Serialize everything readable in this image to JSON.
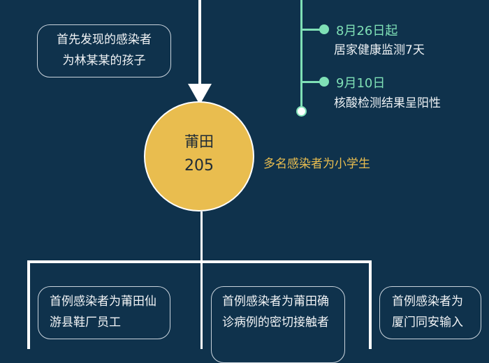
{
  "colors": {
    "background": "#0f324c",
    "accent": "#7fe0b6",
    "node": "#e9bd4f",
    "note": "#e9bd4f"
  },
  "top_note": "首先发现的感染者为林某某的孩子",
  "timeline": [
    {
      "date": "8月26日起",
      "desc": "居家健康监测7天"
    },
    {
      "date": "9月10日",
      "desc": "核酸检测结果呈阳性"
    }
  ],
  "node": {
    "name": "莆田",
    "count": "205"
  },
  "side_note": "多名感染者为小学生",
  "branches": [
    "首例感染者为莆田仙游县鞋厂员工",
    "首例感染者为莆田确诊病例的密切接触者",
    "首例感染者为厦门同安输入"
  ]
}
